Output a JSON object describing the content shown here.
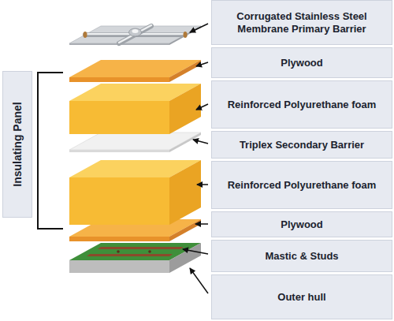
{
  "diagram": {
    "nodes": [
      {
        "text": [
          "Corrugated Stainless Steel Membrane Primary Barrier"
        ]
      },
      {
        "text": [
          "Plywood"
        ]
      },
      {
        "text": [
          "Reinforced Polyurethane foam"
        ]
      },
      {
        "text": [
          "Triplex Secondary Barrier"
        ]
      },
      {
        "text": [
          "Reinforced Polyurethane foam"
        ]
      },
      {
        "text": [
          "Plywood"
        ]
      },
      {
        "text": [
          "Mastic & Studs"
        ]
      },
      {
        "text": [
          "Outer hull"
        ]
      },
      {
        "text": [
          "Insulating Panel"
        ]
      }
    ]
  }
}
